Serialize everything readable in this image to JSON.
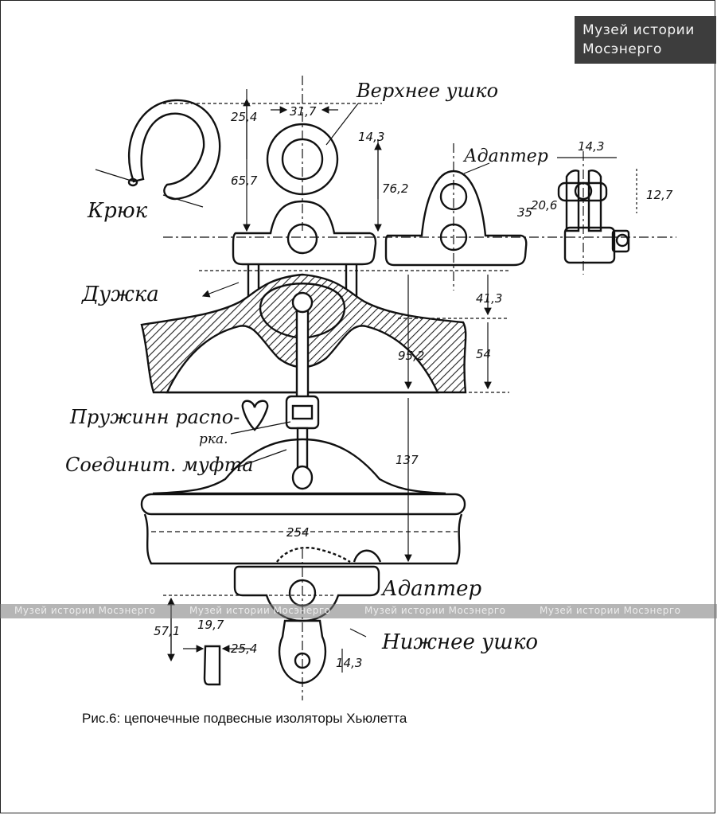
{
  "watermark": {
    "badge_line1": "Музей истории",
    "badge_line2": "Мосэнерго",
    "band_text": "Музей истории Мосэнерго"
  },
  "labels": {
    "upper_eye": "Верхнее ушко",
    "adapter_top": "Адаптер",
    "hook": "Крюк",
    "clevis": "Дужка",
    "spring_pin_1": "Пружинн распо-",
    "spring_pin_2": "рка.",
    "coupling": "Соединит. муфта",
    "adapter_bottom": "Адаптер",
    "lower_eye": "Нижнее ушко"
  },
  "dimensions": {
    "d254_top": "25,4",
    "d317": "31,7",
    "d143_top": "14,3",
    "d657": "65,7",
    "d762": "76,2",
    "d143_adapter": "14,3",
    "d127": "12,7",
    "d35": "35",
    "d206": "20,6",
    "d413": "41,3",
    "d54": "54",
    "d952": "95,2",
    "d137": "137",
    "d254_big": "254",
    "d571": "57,1",
    "d197": "19,7",
    "d254_bottom": "25,4",
    "d143_bottom": "14,3"
  },
  "caption": "Рис.6: цепочечные подвесные изоляторы Хьюлетта"
}
